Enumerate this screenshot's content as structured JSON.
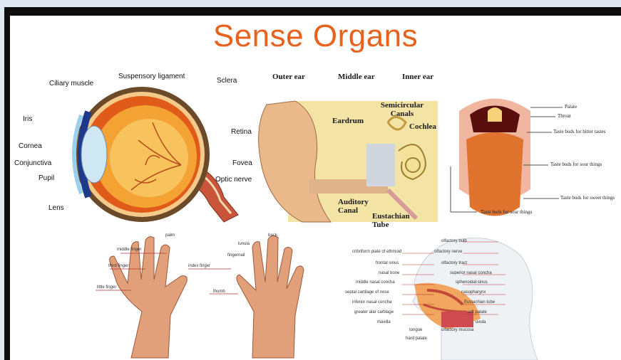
{
  "title": "Sense Organs",
  "colors": {
    "title": "#e8621d",
    "frame": "#0d0d0d",
    "background": "#dde8f3"
  },
  "eye": {
    "labels": [
      "Ciliary muscle",
      "Suspensory ligament",
      "Sclera",
      "Iris",
      "Retina",
      "Cornea",
      "Conjunctiva",
      "Fovea",
      "Pupil",
      "Optic nerve",
      "Lens"
    ]
  },
  "ear": {
    "labels": [
      "Outer ear",
      "Middle ear",
      "Inner ear",
      "Semicircular Canals",
      "Eardrum",
      "Cochlea",
      "Auditory Canal",
      "Eustachian Tube"
    ]
  },
  "tongue": {
    "labels": [
      "Palate",
      "Throat",
      "Taste buds for bitter tastes",
      "Taste buds for sour things",
      "Taste buds for sweet things",
      "Taste buds for sour things"
    ]
  },
  "hands": {
    "labels": [
      "palm",
      "back",
      "middle finger",
      "lunula",
      "fingernail",
      "third finger",
      "index finger",
      "little finger",
      "thumb"
    ]
  },
  "nose": {
    "labels": [
      "olfactory bulb",
      "cribriform plate of ethmoid",
      "olfactory nerve",
      "frontal sinus",
      "olfactory tract",
      "nasal bone",
      "superior nasal concha",
      "middle nasal concha",
      "sphenoidal sinus",
      "septal cartilage of nose",
      "nasopharynx",
      "inferior nasal concha",
      "Eustachian tube",
      "greater alar cartilage",
      "soft palate",
      "maxilla",
      "uvula",
      "tongue",
      "olfactory mucosa",
      "hard palate"
    ]
  }
}
